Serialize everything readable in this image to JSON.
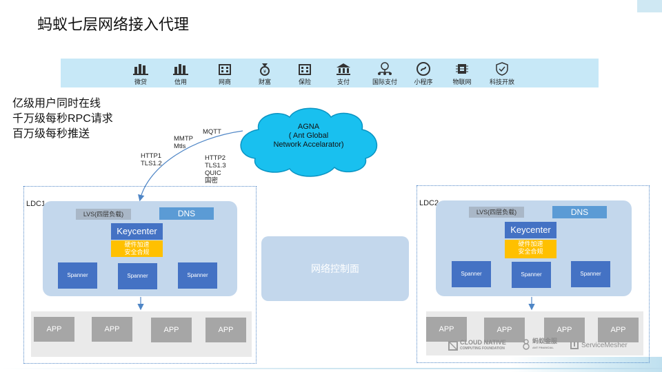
{
  "title": "蚂蚁七层网络接入代理",
  "business_bar": [
    {
      "label": "微贷",
      "icon": "bar-chart-icon"
    },
    {
      "label": "信用",
      "icon": "bar-chart-icon"
    },
    {
      "label": "网商",
      "icon": "building-icon"
    },
    {
      "label": "财富",
      "icon": "money-bag-icon"
    },
    {
      "label": "保险",
      "icon": "building-icon"
    },
    {
      "label": "支付",
      "icon": "bank-icon"
    },
    {
      "label": "国际支付",
      "icon": "globe-network-icon"
    },
    {
      "label": "小程序",
      "icon": "mini-program-icon"
    },
    {
      "label": "物联网",
      "icon": "chip-icon"
    },
    {
      "label": "科技开放",
      "icon": "shield-check-icon"
    }
  ],
  "stats": [
    "亿级用户同时在线",
    "千万级每秒RPC请求",
    "百万级每秒推送"
  ],
  "cloud": {
    "line1": "AGNA",
    "line2": "( Ant Global",
    "line3": "Network Accelarator)"
  },
  "protocols": {
    "mmtp": [
      "MMTP",
      "Mtls"
    ],
    "mqtt": "MQTT",
    "http1": [
      "HTTP1",
      "TLS1.2"
    ],
    "http2": [
      "HTTP2",
      "TLS1.3",
      "QUIC",
      "国密"
    ]
  },
  "ldc1": {
    "label": "LDC1",
    "lvs": "LVS(四层负载)",
    "dns": "DNS",
    "keycenter": "Keycenter",
    "hw": [
      "硬件加速",
      "安全合规"
    ],
    "spanners": [
      "Spanner",
      "Spanner",
      "Spanner"
    ],
    "apps": [
      "APP",
      "APP",
      "APP",
      "APP"
    ]
  },
  "ldc2": {
    "label": "LDC2",
    "lvs": "LVS(四层负载)",
    "dns": "DNS",
    "keycenter": "Keycenter",
    "hw": [
      "硬件加速",
      "安全合规"
    ],
    "spanners": [
      "Spanner",
      "Spanner",
      "Spanner"
    ],
    "apps": [
      "APP",
      "APP",
      "APP",
      "APP"
    ]
  },
  "network_control": "网络控制面",
  "logos": {
    "cncf": [
      "CLOUD NATIVE",
      "COMPUTING FOUNDATION"
    ],
    "ant": "蚂蚁金服",
    "ant_sub": "ANT FINANCIAL",
    "mesher": "ServiceMesher"
  },
  "colors": {
    "topbar": "#c7e8f7",
    "cloud": "#19c0ef",
    "inner": "#c3d7ec",
    "keycenter": "#4472c4",
    "dns": "#5b9bd5",
    "yellow": "#ffc000",
    "app": "#a6a6a6"
  }
}
